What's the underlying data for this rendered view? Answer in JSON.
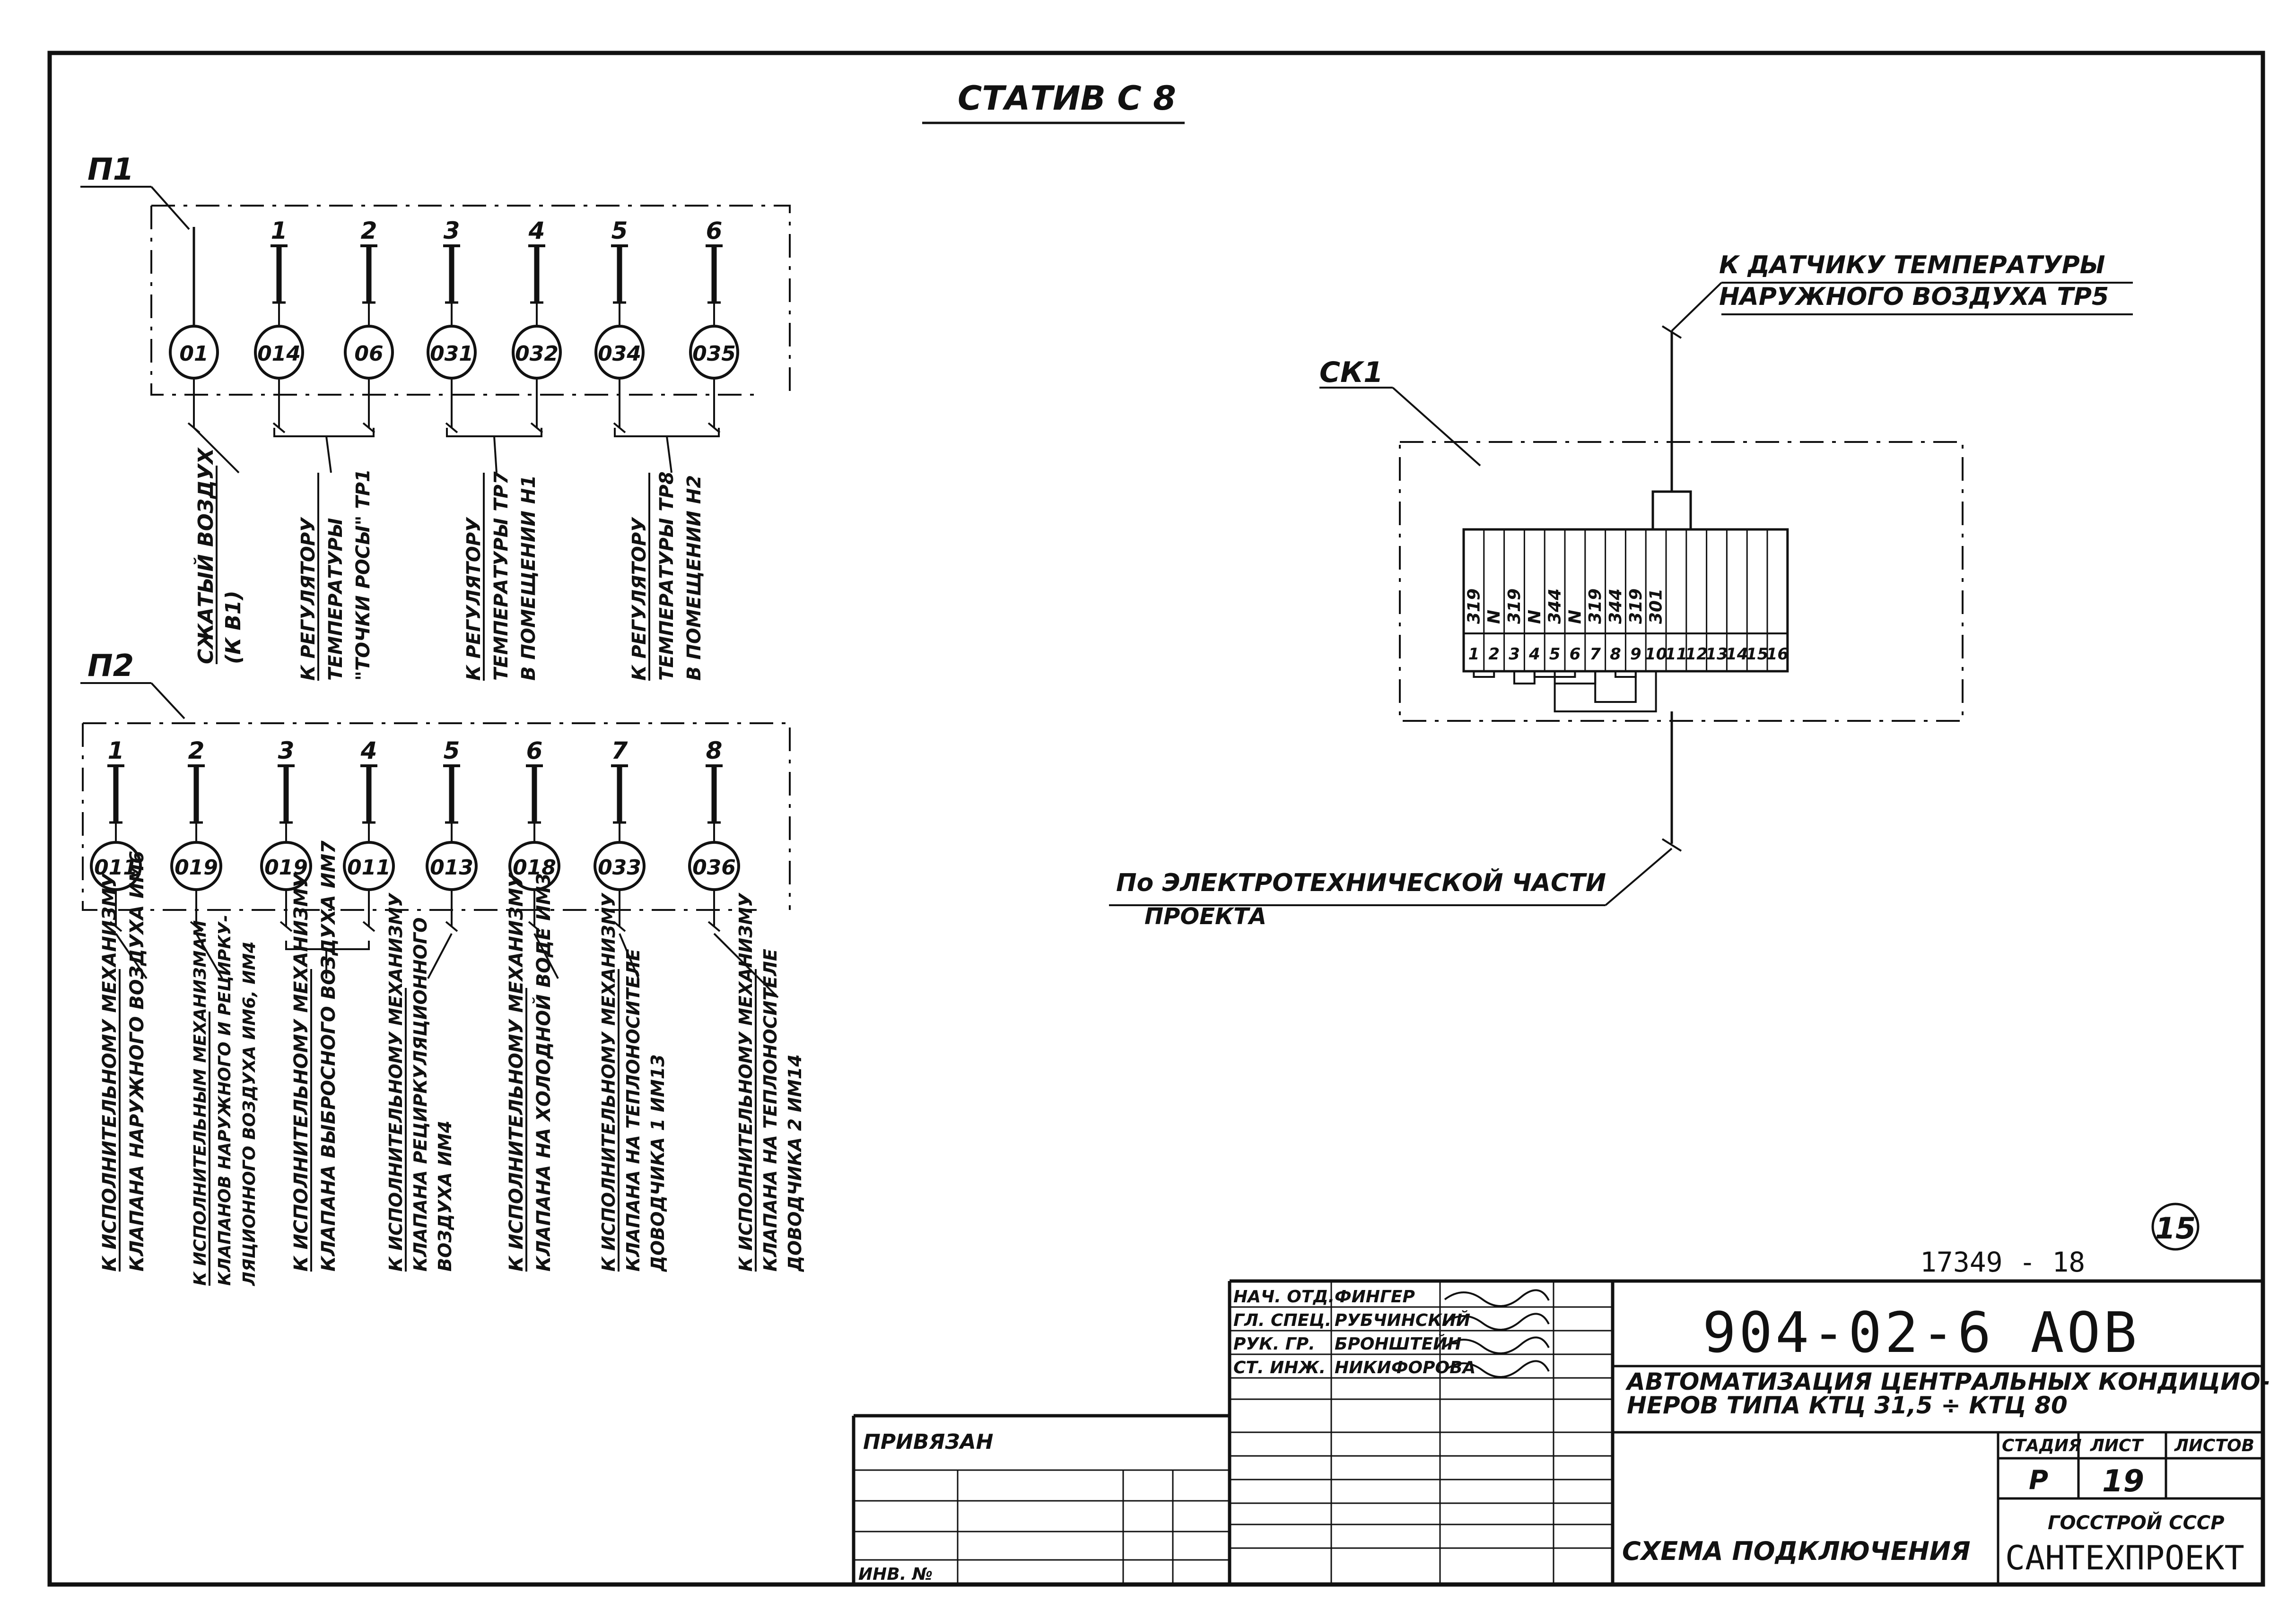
{
  "title": "СТАТИВ С 8",
  "p1": {
    "label": "П1",
    "terminals": [
      "",
      "1",
      "2",
      "3",
      "4",
      "5",
      "6"
    ],
    "circles": [
      "01",
      "014",
      "06",
      "031",
      "032",
      "034",
      "035"
    ],
    "groups": [
      [
        "СЖАТЫЙ ВОЗДУХ",
        "(К В1)"
      ],
      [
        "К РЕГУЛЯТОРУ",
        "ТЕМПЕРАТУРЫ",
        "\"ТОЧКИ РОСЫ\" ТР1"
      ],
      [
        "К РЕГУЛЯТОРУ",
        "ТЕМПЕРАТУРЫ ТР7",
        "В ПОМЕЩЕНИИ Н1"
      ],
      [
        "К РЕГУЛЯТОРУ",
        "ТЕМПЕРАТУРЫ ТР8",
        "В ПОМЕЩЕНИИ Н2"
      ]
    ]
  },
  "p2": {
    "label": "П2",
    "terminals": [
      "1",
      "2",
      "3",
      "4",
      "5",
      "6",
      "7",
      "8"
    ],
    "circles": [
      "011",
      "019",
      "019",
      "011",
      "013",
      "018",
      "033",
      "036"
    ],
    "groups": [
      [
        "К ИСПОЛНИТЕЛЬНОМУ МЕХАНИЗМУ",
        "КЛАПАНА НАРУЖНОГО ВОЗДУХА ИМ6"
      ],
      [
        "К ИСПОЛНИТЕЛЬНЫМ МЕХАНИЗМАМ",
        "КЛАПАНОВ НАРУЖНОГО И РЕЦИРКУ-",
        "ЛЯЦИОННОГО ВОЗДУХА ИМ6, ИМ4"
      ],
      [
        "К ИСПОЛНИТЕЛЬНОМУ МЕХАНИЗМУ",
        "КЛАПАНА ВЫБРОСНОГО ВОЗДУХА ИМ7"
      ],
      [
        "К ИСПОЛНИТЕЛЬНОМУ МЕХАНИЗМУ",
        "КЛАПАНА РЕЦИРКУЛЯЦИОННОГО",
        "ВОЗДУХА ИМ4"
      ],
      [
        "К ИСПОЛНИТЕЛЬНОМУ МЕХАНИЗМУ",
        "КЛАПАНА НА ХОЛОДНОЙ ВОДЕ ИМ3"
      ],
      [
        "К ИСПОЛНИТЕЛЬНОМУ МЕХАНИЗМУ",
        "КЛАПАНА НА ТЕПЛОНОСИТЕЛЕ",
        "ДОВОДЧИКА 1 ИМ13"
      ],
      [
        "К ИСПОЛНИТЕЛЬНОМУ МЕХАНИЗМУ",
        "КЛАПАНА НА ТЕПЛОНОСИТЕЛЕ",
        "ДОВОДЧИКА 2 ИМ14"
      ]
    ]
  },
  "ck1": {
    "label": "СК1",
    "sensor_line1": "К ДАТЧИКУ ТЕМПЕРАТУРЫ",
    "sensor_line2": "НАРУЖНОГО ВОЗДУХА ТР5",
    "wires": [
      "319",
      "N",
      "319",
      "N",
      "344",
      "N",
      "319",
      "344",
      "319",
      "301",
      "",
      "",
      "",
      "",
      "",
      ""
    ],
    "terminals": [
      "1",
      "2",
      "3",
      "4",
      "5",
      "6",
      "7",
      "8",
      "9",
      "10",
      "11",
      "12",
      "13",
      "14",
      "15",
      "16"
    ],
    "electro_line1": "По ЭЛЕКТРОТЕХНИЧЕСКОЙ ЧАСТИ",
    "electro_line2": "ПРОЕКТА"
  },
  "stamp": {
    "sheet_mark": "15",
    "archive_no": "17349 - 18",
    "roles": [
      "НАЧ. ОТД.",
      "ГЛ. СПЕЦ.",
      "РУК. ГР.",
      "СТ. ИНЖ."
    ],
    "names": [
      "ФИНГЕР",
      "РУБЧИНСКИЙ",
      "БРОНШТЕЙН",
      "НИКИФОРОВА"
    ],
    "designation": "904-02-6 АОВ",
    "project_line1": "АВТОМАТИЗАЦИЯ ЦЕНТРАЛЬНЫХ КОНДИЦИО-",
    "project_line2": "НЕРОВ ТИПА КТЦ 31,5 ÷ КТЦ 80",
    "stage_h": "СТАДИЯ",
    "sheet_h": "ЛИСТ",
    "sheets_h": "ЛИСТОВ",
    "stage": "Р",
    "sheet": "19",
    "sheets": "",
    "drawing_title": "СХЕМА ПОДКЛЮЧЕНИЯ",
    "org1": "ГОССТРОЙ СССР",
    "org2": "САНТЕХПРОЕКТ",
    "privyazan": "ПРИВЯЗАН",
    "inv": "ИНВ. № "
  }
}
